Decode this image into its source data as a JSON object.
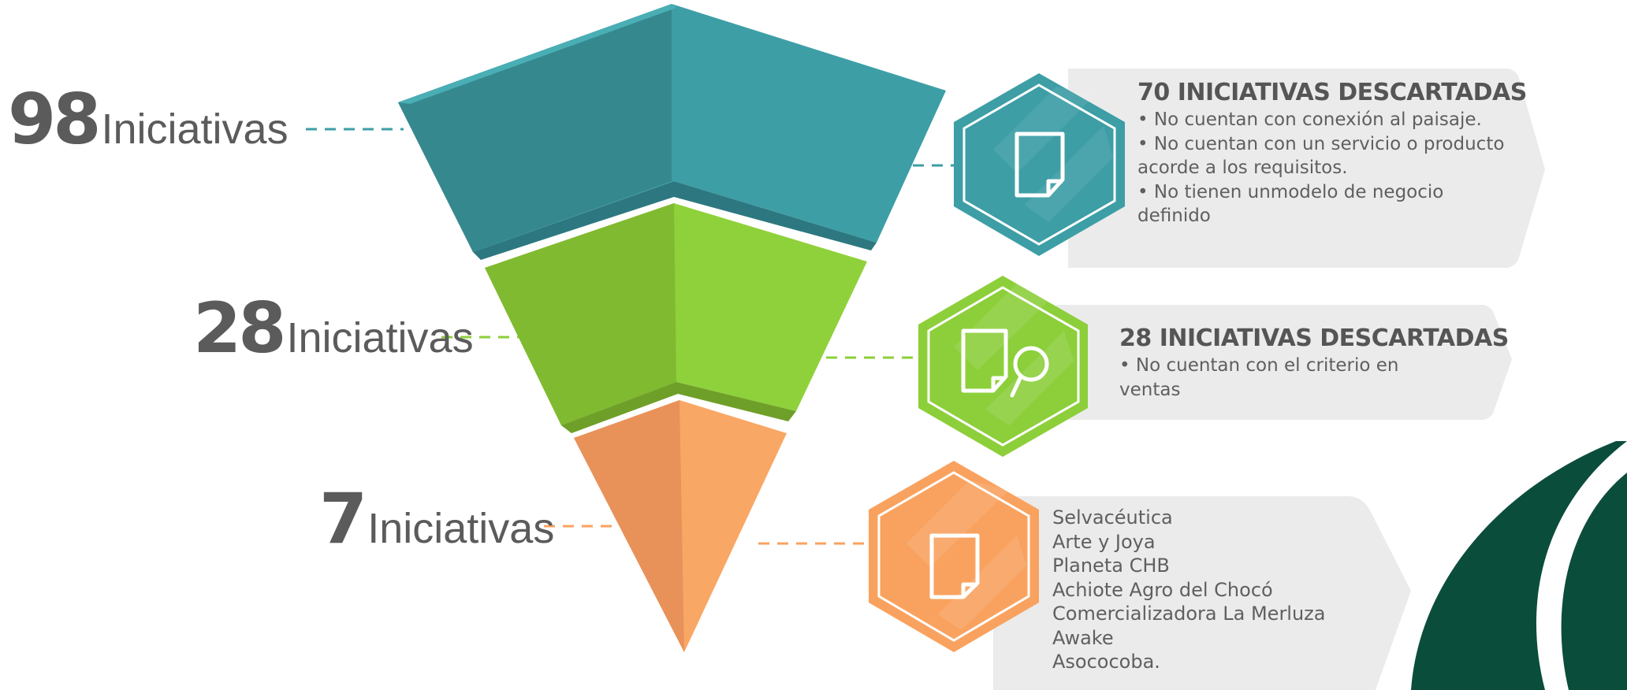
{
  "levels": [
    {
      "count": "98",
      "unit": "Iniciativas",
      "color": "#3d9ea6",
      "icon": "document-icon",
      "panel_title": "70 INICIATIVAS DESCARTADAS",
      "items": [
        "• No cuentan con conexión al paisaje.",
        "• No cuentan con un servicio o producto acorde a los requisitos.",
        "• No tienen unmodelo de negocio definido"
      ]
    },
    {
      "count": "28",
      "unit": "Iniciativas",
      "color": "#8ccf3a",
      "icon": "document-search-icon",
      "panel_title": "28 INICIATIVAS DESCARTADAS",
      "items": [
        "• No cuentan con el criterio en ventas"
      ]
    },
    {
      "count": "7",
      "unit": "Iniciativas",
      "color": "#f9a25f",
      "icon": "document-icon",
      "panel_title": "",
      "items": [
        "Selvacéutica",
        "Arte y Joya",
        "Planeta CHB",
        "Achiote Agro del Chocó",
        "Comercializadora La Merluza",
        "Awake",
        "Asococoba."
      ]
    }
  ],
  "colors": {
    "teal": "#3d9ea6",
    "green": "#8ccf3a",
    "orange": "#f9a25f",
    "panel": "#ebebeb",
    "text": "#5b5b5b",
    "leaf": "#0b4d3b"
  }
}
